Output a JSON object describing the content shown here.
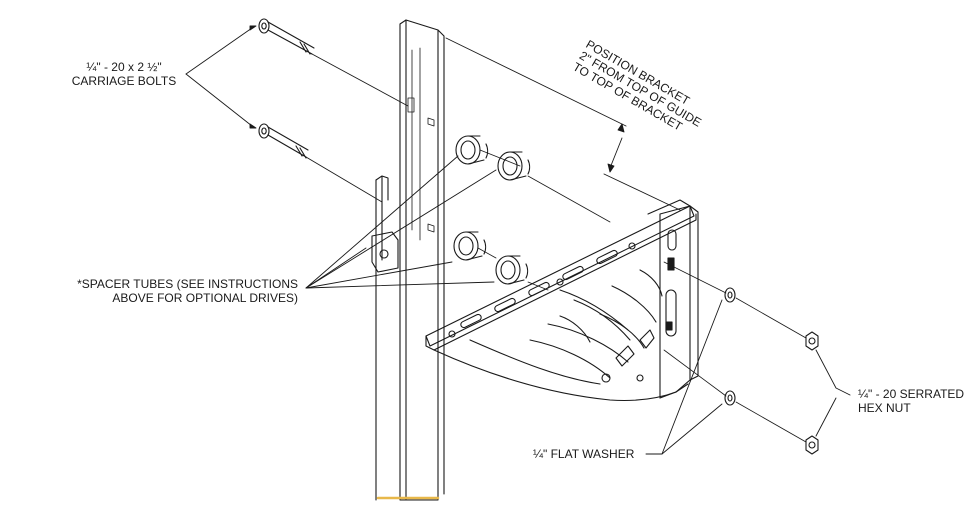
{
  "labels": {
    "carriage_bolts": [
      "¼\" - 20 x 2 ½\"",
      "CARRIAGE BOLTS"
    ],
    "position_bracket": [
      "POSITION BRACKET",
      "2\" FROM TOP OF GUIDE",
      "TO TOP OF BRACKET"
    ],
    "spacer_tubes": [
      "*SPACER TUBES (SEE INSTRUCTIONS",
      "ABOVE FOR OPTIONAL DRIVES)"
    ],
    "hex_nut": [
      "¼\" - 20 SERRATED",
      "HEX NUT"
    ],
    "flat_washer": "¼\" FLAT WASHER"
  },
  "colors": {
    "line": "#1a1a1a",
    "accent": "#e8b84a"
  }
}
